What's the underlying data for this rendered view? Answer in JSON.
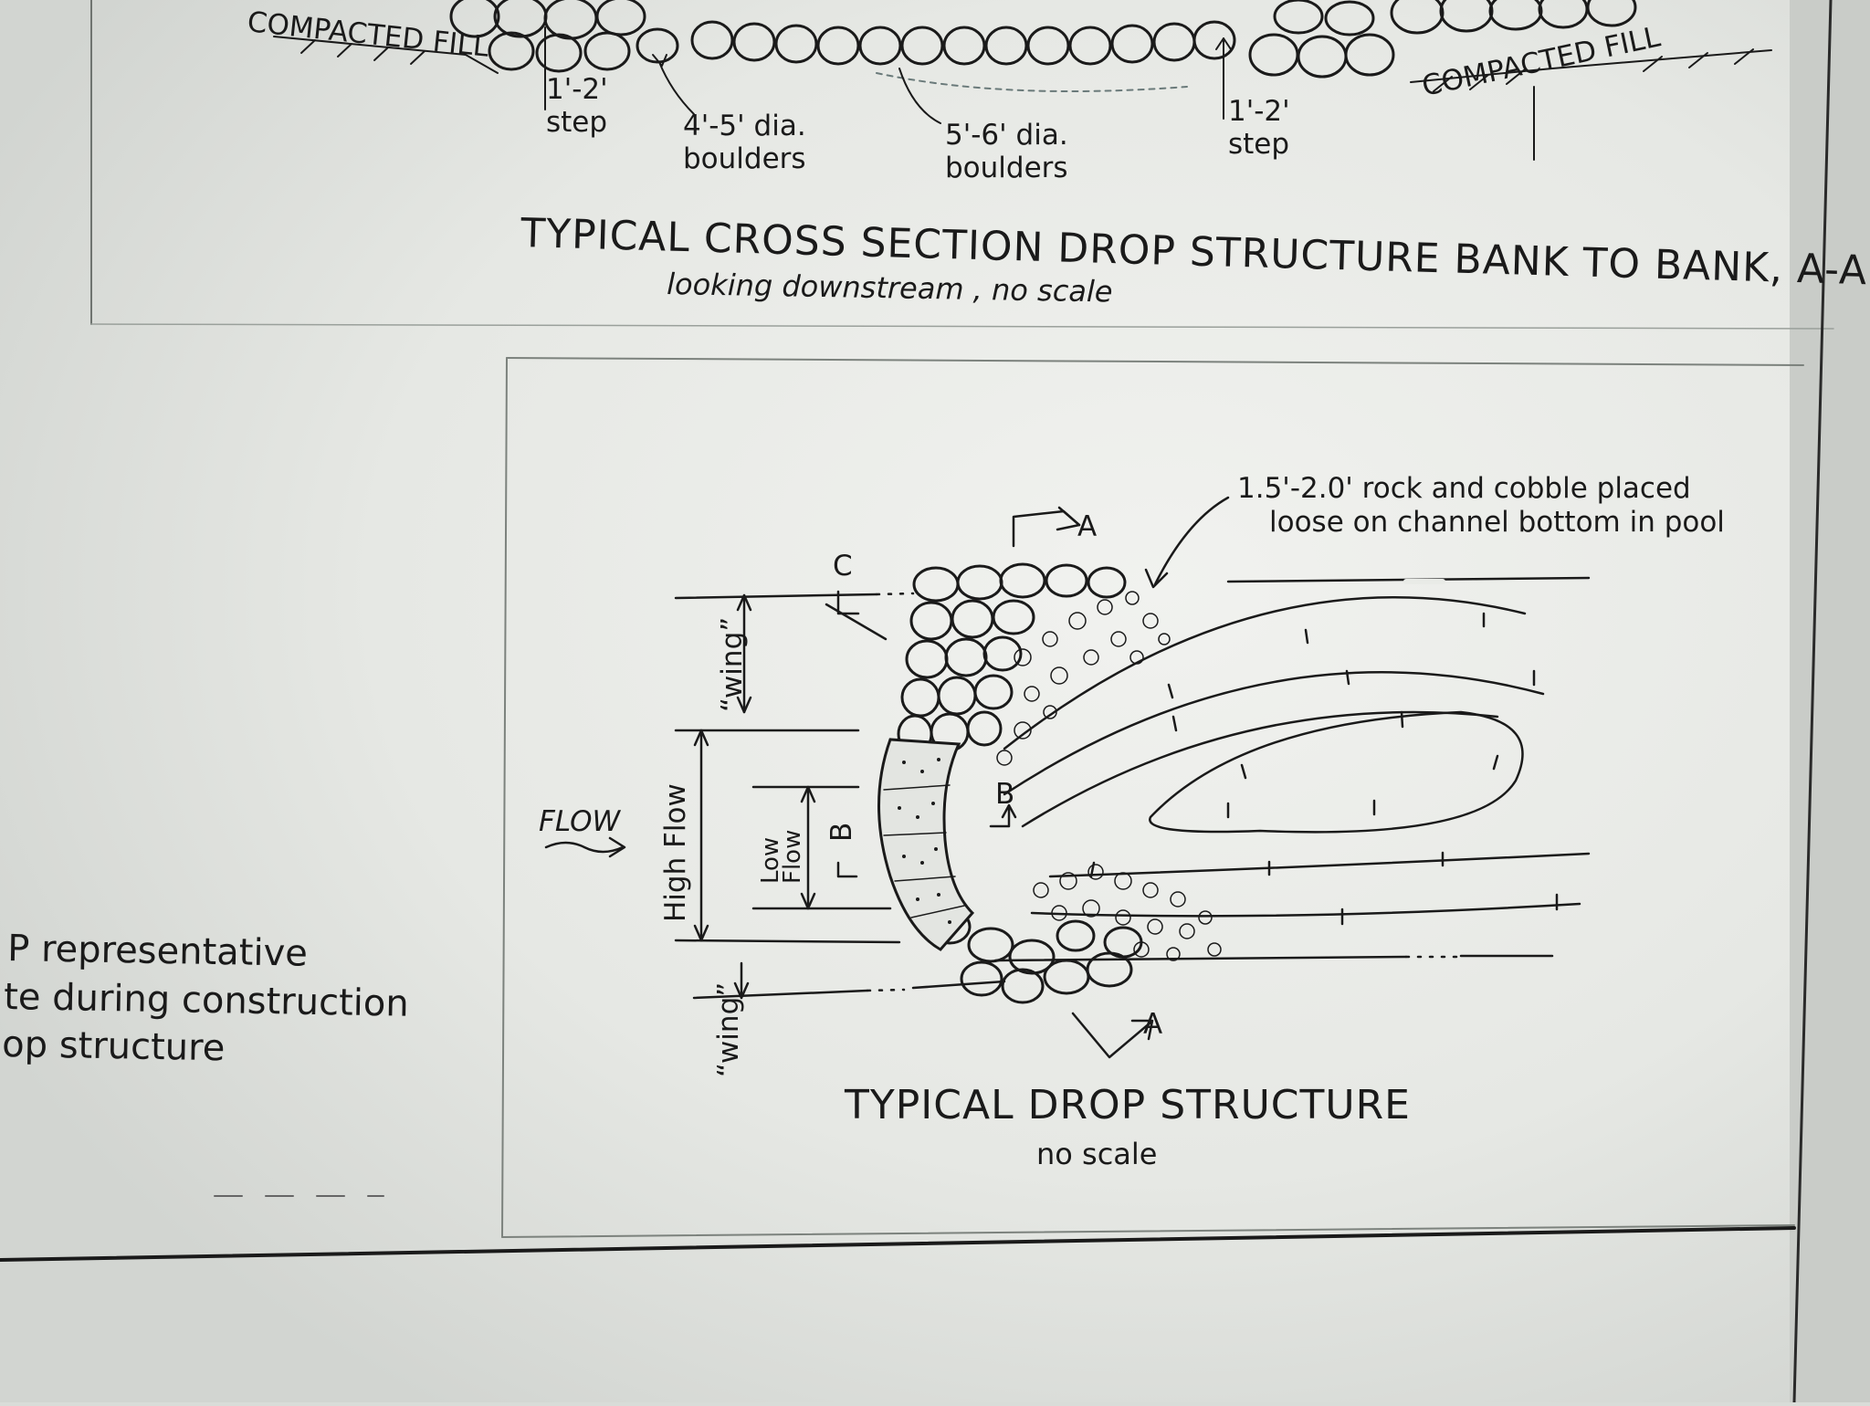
{
  "cross_section": {
    "fill_left": "COMPACTED FILL",
    "fill_right": "COMPACTED FILL",
    "step_left": [
      "1'-2'",
      "step"
    ],
    "boulders_small": [
      "4'-5' dia.",
      "boulders"
    ],
    "boulders_large": [
      "5'-6' dia.",
      "boulders"
    ],
    "step_right": [
      "1'-2'",
      "step"
    ],
    "title": "TYPICAL CROSS SECTION DROP STRUCTURE BANK TO BANK, A-A",
    "subtitle": "looking downstream , no scale"
  },
  "plan_view": {
    "rock_note": [
      "1.5'-2.0' rock and cobble placed",
      "loose on channel bottom in pool"
    ],
    "section_a_top": "A",
    "section_a_bottom": "A",
    "section_c": "C",
    "section_b_left": "B",
    "section_b_right": "B",
    "wing_top": "“wing”",
    "wing_bottom": "“wing”",
    "high_flow": "High Flow",
    "low_flow": [
      "Low",
      "Flow"
    ],
    "flow": "FLOW",
    "title": "TYPICAL DROP STRUCTURE",
    "subtitle": "no scale"
  },
  "side_note": [
    "P representative",
    "te during construction",
    "op structure"
  ]
}
